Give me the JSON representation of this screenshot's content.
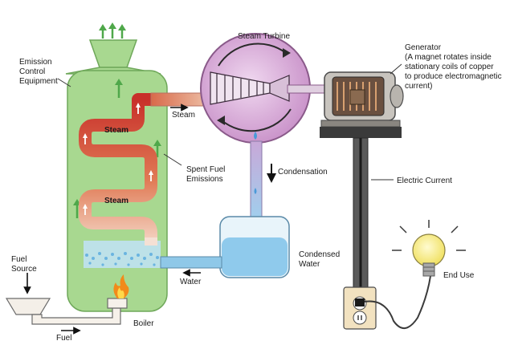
{
  "labels": {
    "emission_control": [
      "Emission",
      "Control",
      "Equipment"
    ],
    "steam_turbine": "Steam Turbine",
    "steam_pipe": "Steam",
    "steam_coil_upper": "Steam",
    "steam_coil_lower": "Steam",
    "spent_fuel": [
      "Spent Fuel",
      "Emissions"
    ],
    "condensation": "Condensation",
    "condensed_water": [
      "Condensed",
      "Water"
    ],
    "water": "Water",
    "boiler": "Boiler",
    "fuel": "Fuel",
    "fuel_source": [
      "Fuel",
      "Source"
    ],
    "generator": [
      "Generator",
      "(A magnet rotates inside",
      "stationary coils of copper",
      "to produce electromagnetic",
      "current)"
    ],
    "electric_current": "Electric Current",
    "end_use": "End Use"
  },
  "colors": {
    "boiler_fill": "#a8d890",
    "boiler_stroke": "#6fa85a",
    "turbine_fill": "#d8a8d8",
    "turbine_stroke": "#8a5a8a",
    "steam_pipe": "#e08a60",
    "coil_red": "#d04a3a",
    "water_blue": "#9fd4ef",
    "pipe_blue": "#8fc8e8",
    "arrow_green": "#4fa84a",
    "generator_dark": "#5a4a3a",
    "pole": "#3a3a3a",
    "bulb": "#f5e86a"
  }
}
